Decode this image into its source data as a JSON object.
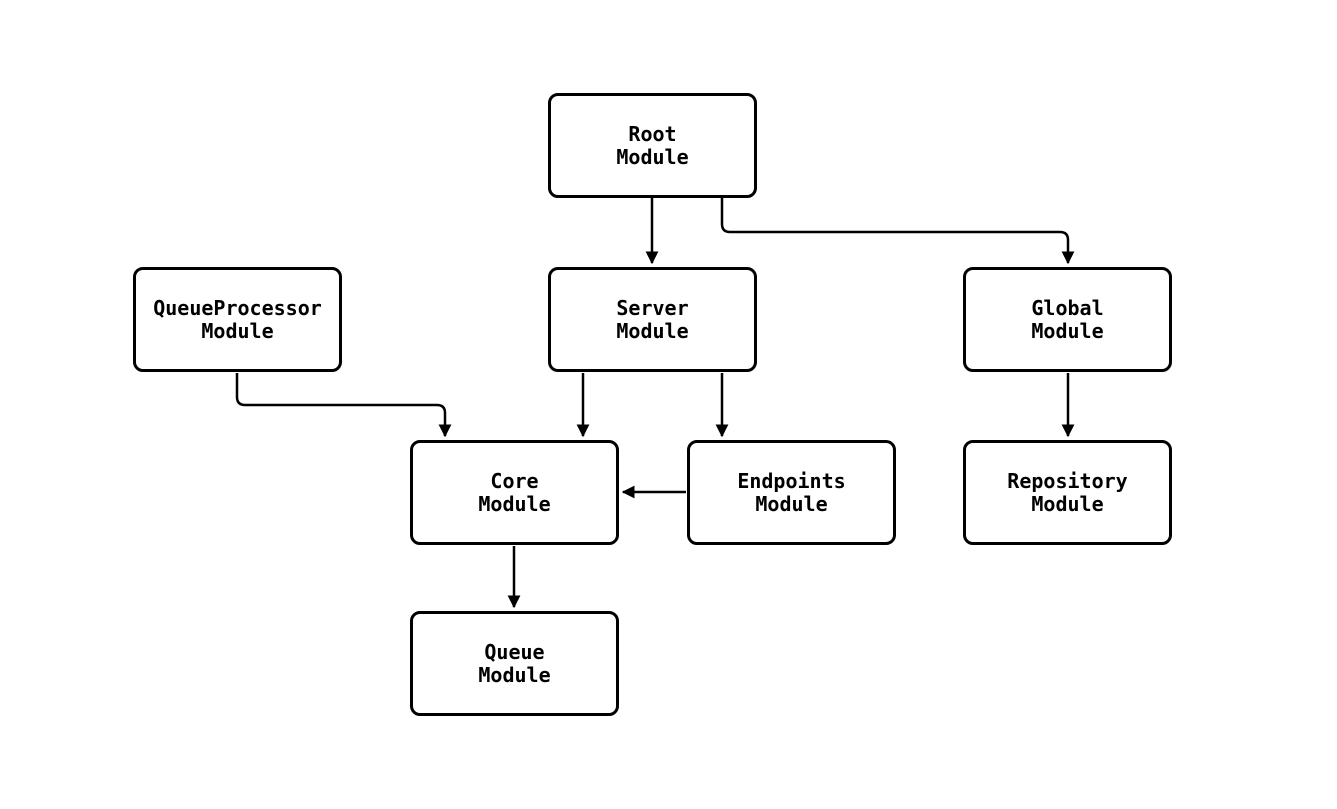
{
  "diagram": {
    "type": "module-dependency-flowchart",
    "background_color": "#ffffff",
    "line_color": "#000000",
    "box_fill_color": "#ffffff",
    "nodes": {
      "root": {
        "label": "Root\nModule"
      },
      "server": {
        "label": "Server\nModule"
      },
      "global": {
        "label": "Global\nModule"
      },
      "queueprocessor": {
        "label": "QueueProcessor\nModule"
      },
      "core": {
        "label": "Core\nModule"
      },
      "endpoints": {
        "label": "Endpoints\nModule"
      },
      "repository": {
        "label": "Repository\nModule"
      },
      "queue": {
        "label": "Queue\nModule"
      }
    },
    "edges": [
      {
        "from": "root",
        "to": "server"
      },
      {
        "from": "root",
        "to": "global"
      },
      {
        "from": "queueprocessor",
        "to": "core"
      },
      {
        "from": "server",
        "to": "core"
      },
      {
        "from": "server",
        "to": "endpoints"
      },
      {
        "from": "endpoints",
        "to": "core"
      },
      {
        "from": "global",
        "to": "repository"
      },
      {
        "from": "core",
        "to": "queue"
      }
    ]
  }
}
